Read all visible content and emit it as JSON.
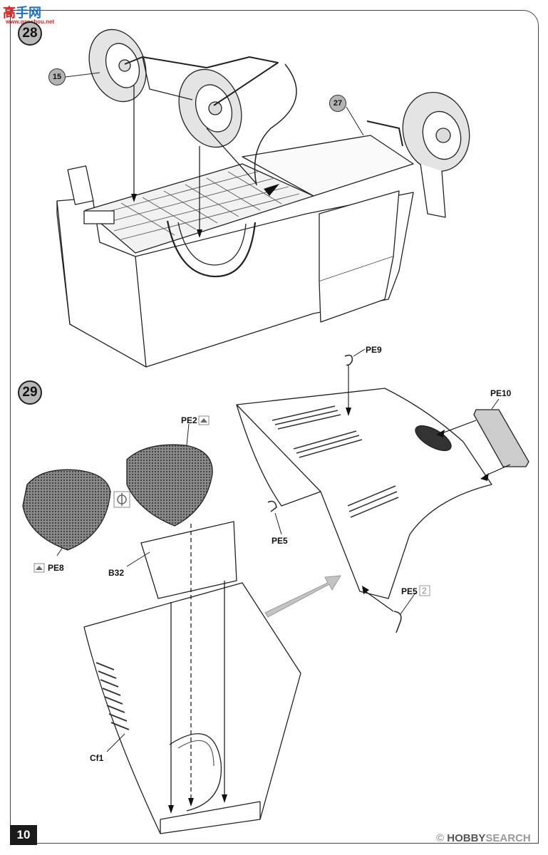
{
  "watermark_top": {
    "text_a": "高",
    "text_b": "手网",
    "url": "www.gaoshou.net"
  },
  "watermark_bottom": {
    "brand": "HOBBY",
    "suffix": "SEARCH",
    "mark": "©"
  },
  "page_number": "10",
  "steps": [
    {
      "number": "28",
      "refs": [
        "15",
        "27"
      ]
    },
    {
      "number": "29"
    }
  ],
  "labels": {
    "pe2": "PE2",
    "pe8": "PE8",
    "b32": "B32",
    "cf1": "Cf1",
    "pe9": "PE9",
    "pe10": "PE10",
    "pe5_left": "PE5",
    "pe5_right": "PE5",
    "pe5_qty": "2"
  }
}
